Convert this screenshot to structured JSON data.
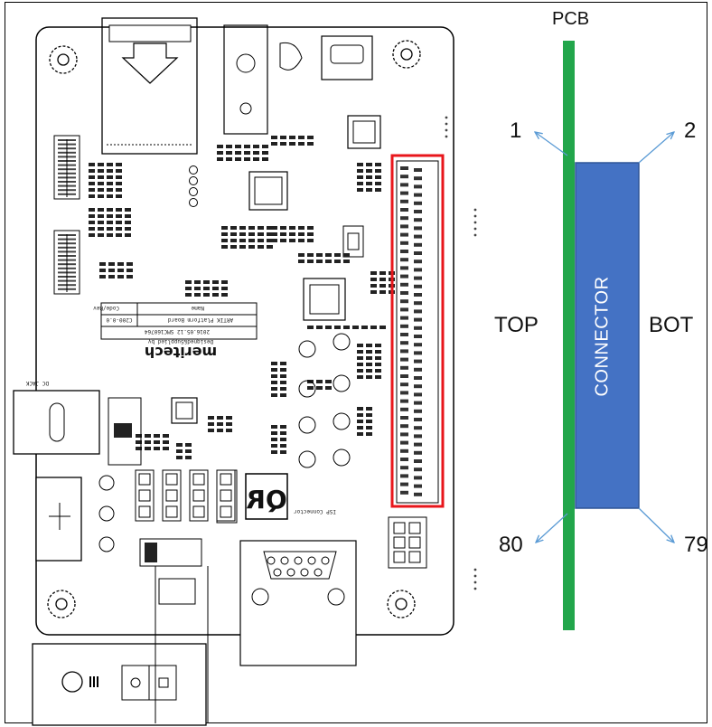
{
  "board": {
    "brand": "meritech",
    "designed_by": "Designed&Supplied by",
    "table_header_name": "Name",
    "table_header_code": "Code/Rev",
    "board_name": "ARTIK Platform Board",
    "board_code": "C200-0.0",
    "board_date": "2016.05.12 SMC160764",
    "qr_text": "QR",
    "dc_jack_label": "DC JACK",
    "isp_label": "ISP Connector"
  },
  "connector_diagram": {
    "pcb_label": "PCB",
    "connector_label": "CONNECTOR",
    "top_label": "TOP",
    "bot_label": "BOT",
    "pin_labels": {
      "top_first": "1",
      "bot_first": "2",
      "top_last": "80",
      "bot_last": "79"
    },
    "colors": {
      "pcb": "#22a64b",
      "connector": "#4472c4",
      "connector_border": "#2f5597",
      "highlight": "#e8161b",
      "arrow": "#5b9bd5"
    }
  }
}
